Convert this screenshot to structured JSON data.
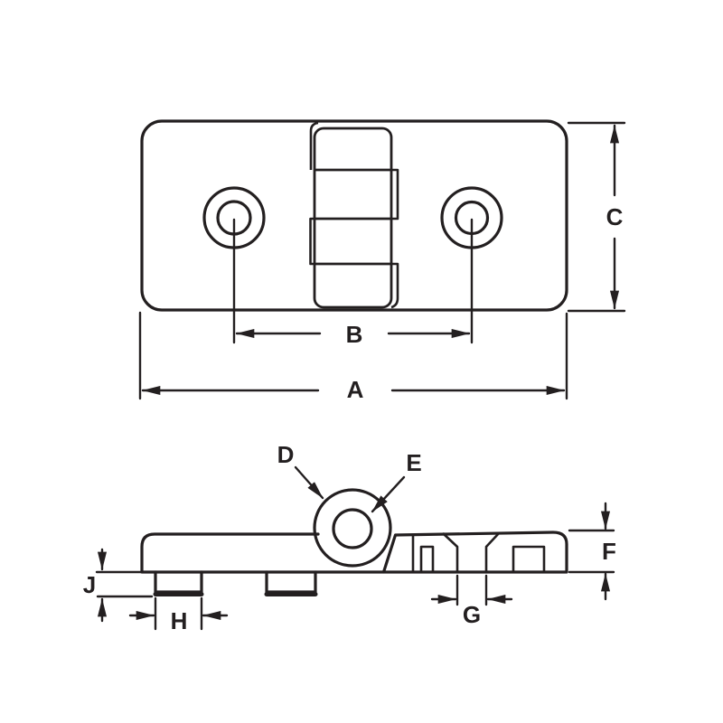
{
  "drawing": {
    "background_color": "#ffffff",
    "line_color": "#231f20",
    "top_view": {
      "dim_labels": {
        "overall_width": "A",
        "hole_spacing": "B",
        "overall_height": "C"
      }
    },
    "side_view": {
      "dim_labels": {
        "knuckle": "D",
        "pin_bore": "E",
        "leaf_thickness": "F",
        "hole_width": "G",
        "foot_width": "H",
        "foot_height": "J"
      }
    }
  }
}
